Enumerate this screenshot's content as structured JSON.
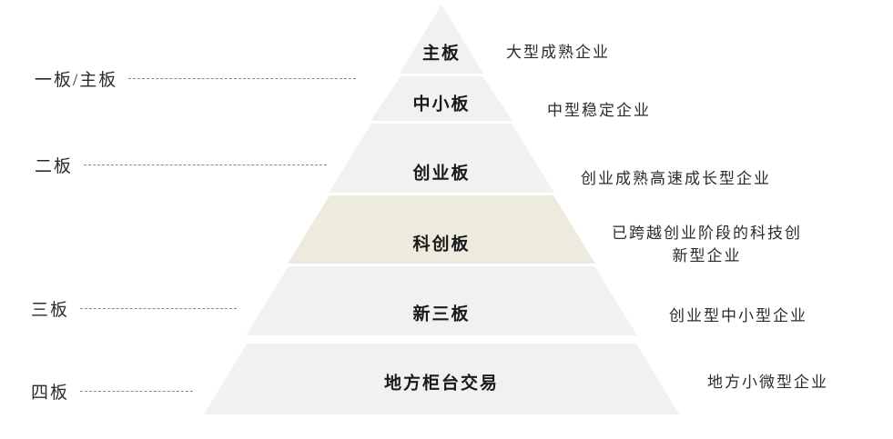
{
  "diagram": {
    "type": "pyramid",
    "title": "",
    "palette": {
      "tier_default": "#F1F1F1",
      "tier_highlight": "#EDEADE",
      "background": "#FFFFFF",
      "text": "#2B2B2B",
      "dash": "#8A8A8A"
    },
    "tiers": [
      {
        "id": "main-board",
        "label": "主板",
        "description": "大型成熟企业",
        "description_lines": [
          "大型成熟企业"
        ],
        "highlight": false,
        "level": 1
      },
      {
        "id": "sme-board",
        "label": "中小板",
        "description": "中型稳定企业",
        "description_lines": [
          "中型稳定企业"
        ],
        "highlight": false,
        "level": 2
      },
      {
        "id": "chinext-board",
        "label": "创业板",
        "description": "创业成熟高速成长型企业",
        "description_lines": [
          "创业成熟高速成长型企业"
        ],
        "highlight": false,
        "level": 3
      },
      {
        "id": "star-board",
        "label": "科创板",
        "description": "已跨越创业阶段的科技创新型企业",
        "description_lines": [
          "已跨越创业阶段的科技创",
          "新型企业"
        ],
        "highlight": true,
        "level": 4
      },
      {
        "id": "neeq-board",
        "label": "新三板",
        "description": "创业型中小型企业",
        "description_lines": [
          "创业型中小型企业"
        ],
        "highlight": false,
        "level": 5
      },
      {
        "id": "otc-board",
        "label": "地方柜台交易",
        "description": "地方小微型企业",
        "description_lines": [
          "地方小微型企业"
        ],
        "highlight": false,
        "level": 6
      }
    ],
    "legend": [
      {
        "id": "tier-one",
        "label": "一板/主板"
      },
      {
        "id": "tier-two",
        "label": "二板"
      },
      {
        "id": "tier-three",
        "label": "三板"
      },
      {
        "id": "tier-four",
        "label": "四板"
      }
    ]
  }
}
